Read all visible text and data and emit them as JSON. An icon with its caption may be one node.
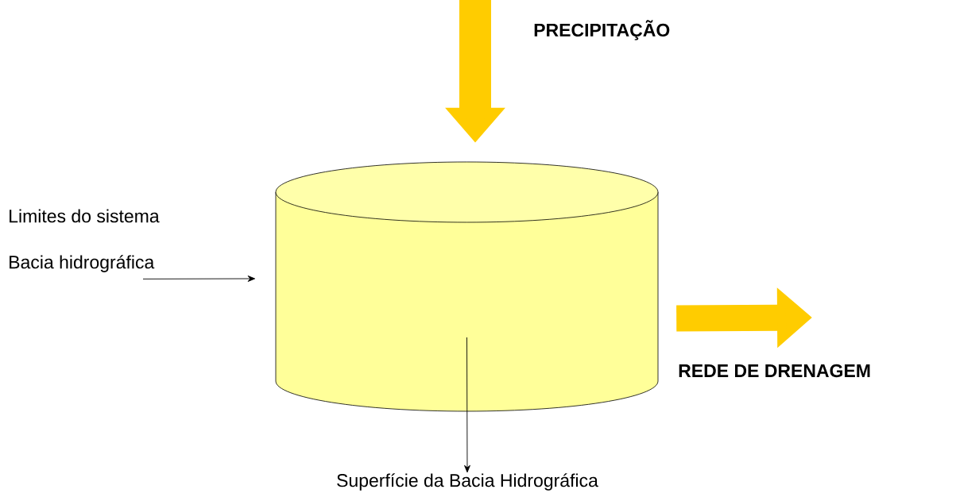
{
  "diagram": {
    "nodes": [
      {
        "text": [],
        "shape": "cylinder"
      },
      {
        "text": [
          "Limites do sistema",
          "Bacia hidrográfica"
        ]
      },
      {
        "text": [
          "Superfície da Bacia Hidrográfica"
        ]
      }
    ],
    "edges": [
      {
        "from": null,
        "to": 0,
        "arrow": "to",
        "style": "thick",
        "color": "#ffcc00"
      },
      {
        "from": 0,
        "to": null,
        "arrow": "to",
        "style": "thick",
        "color": "#ffcc00"
      },
      {
        "from": 1,
        "to": 0,
        "arrow": "to",
        "color": "#000000"
      },
      {
        "from": 0,
        "to": 2,
        "arrow": "to",
        "color": "#000000"
      }
    ],
    "labels": [
      "PRECIPITAÇÃO",
      "REDE DE DRENAGEM"
    ]
  }
}
